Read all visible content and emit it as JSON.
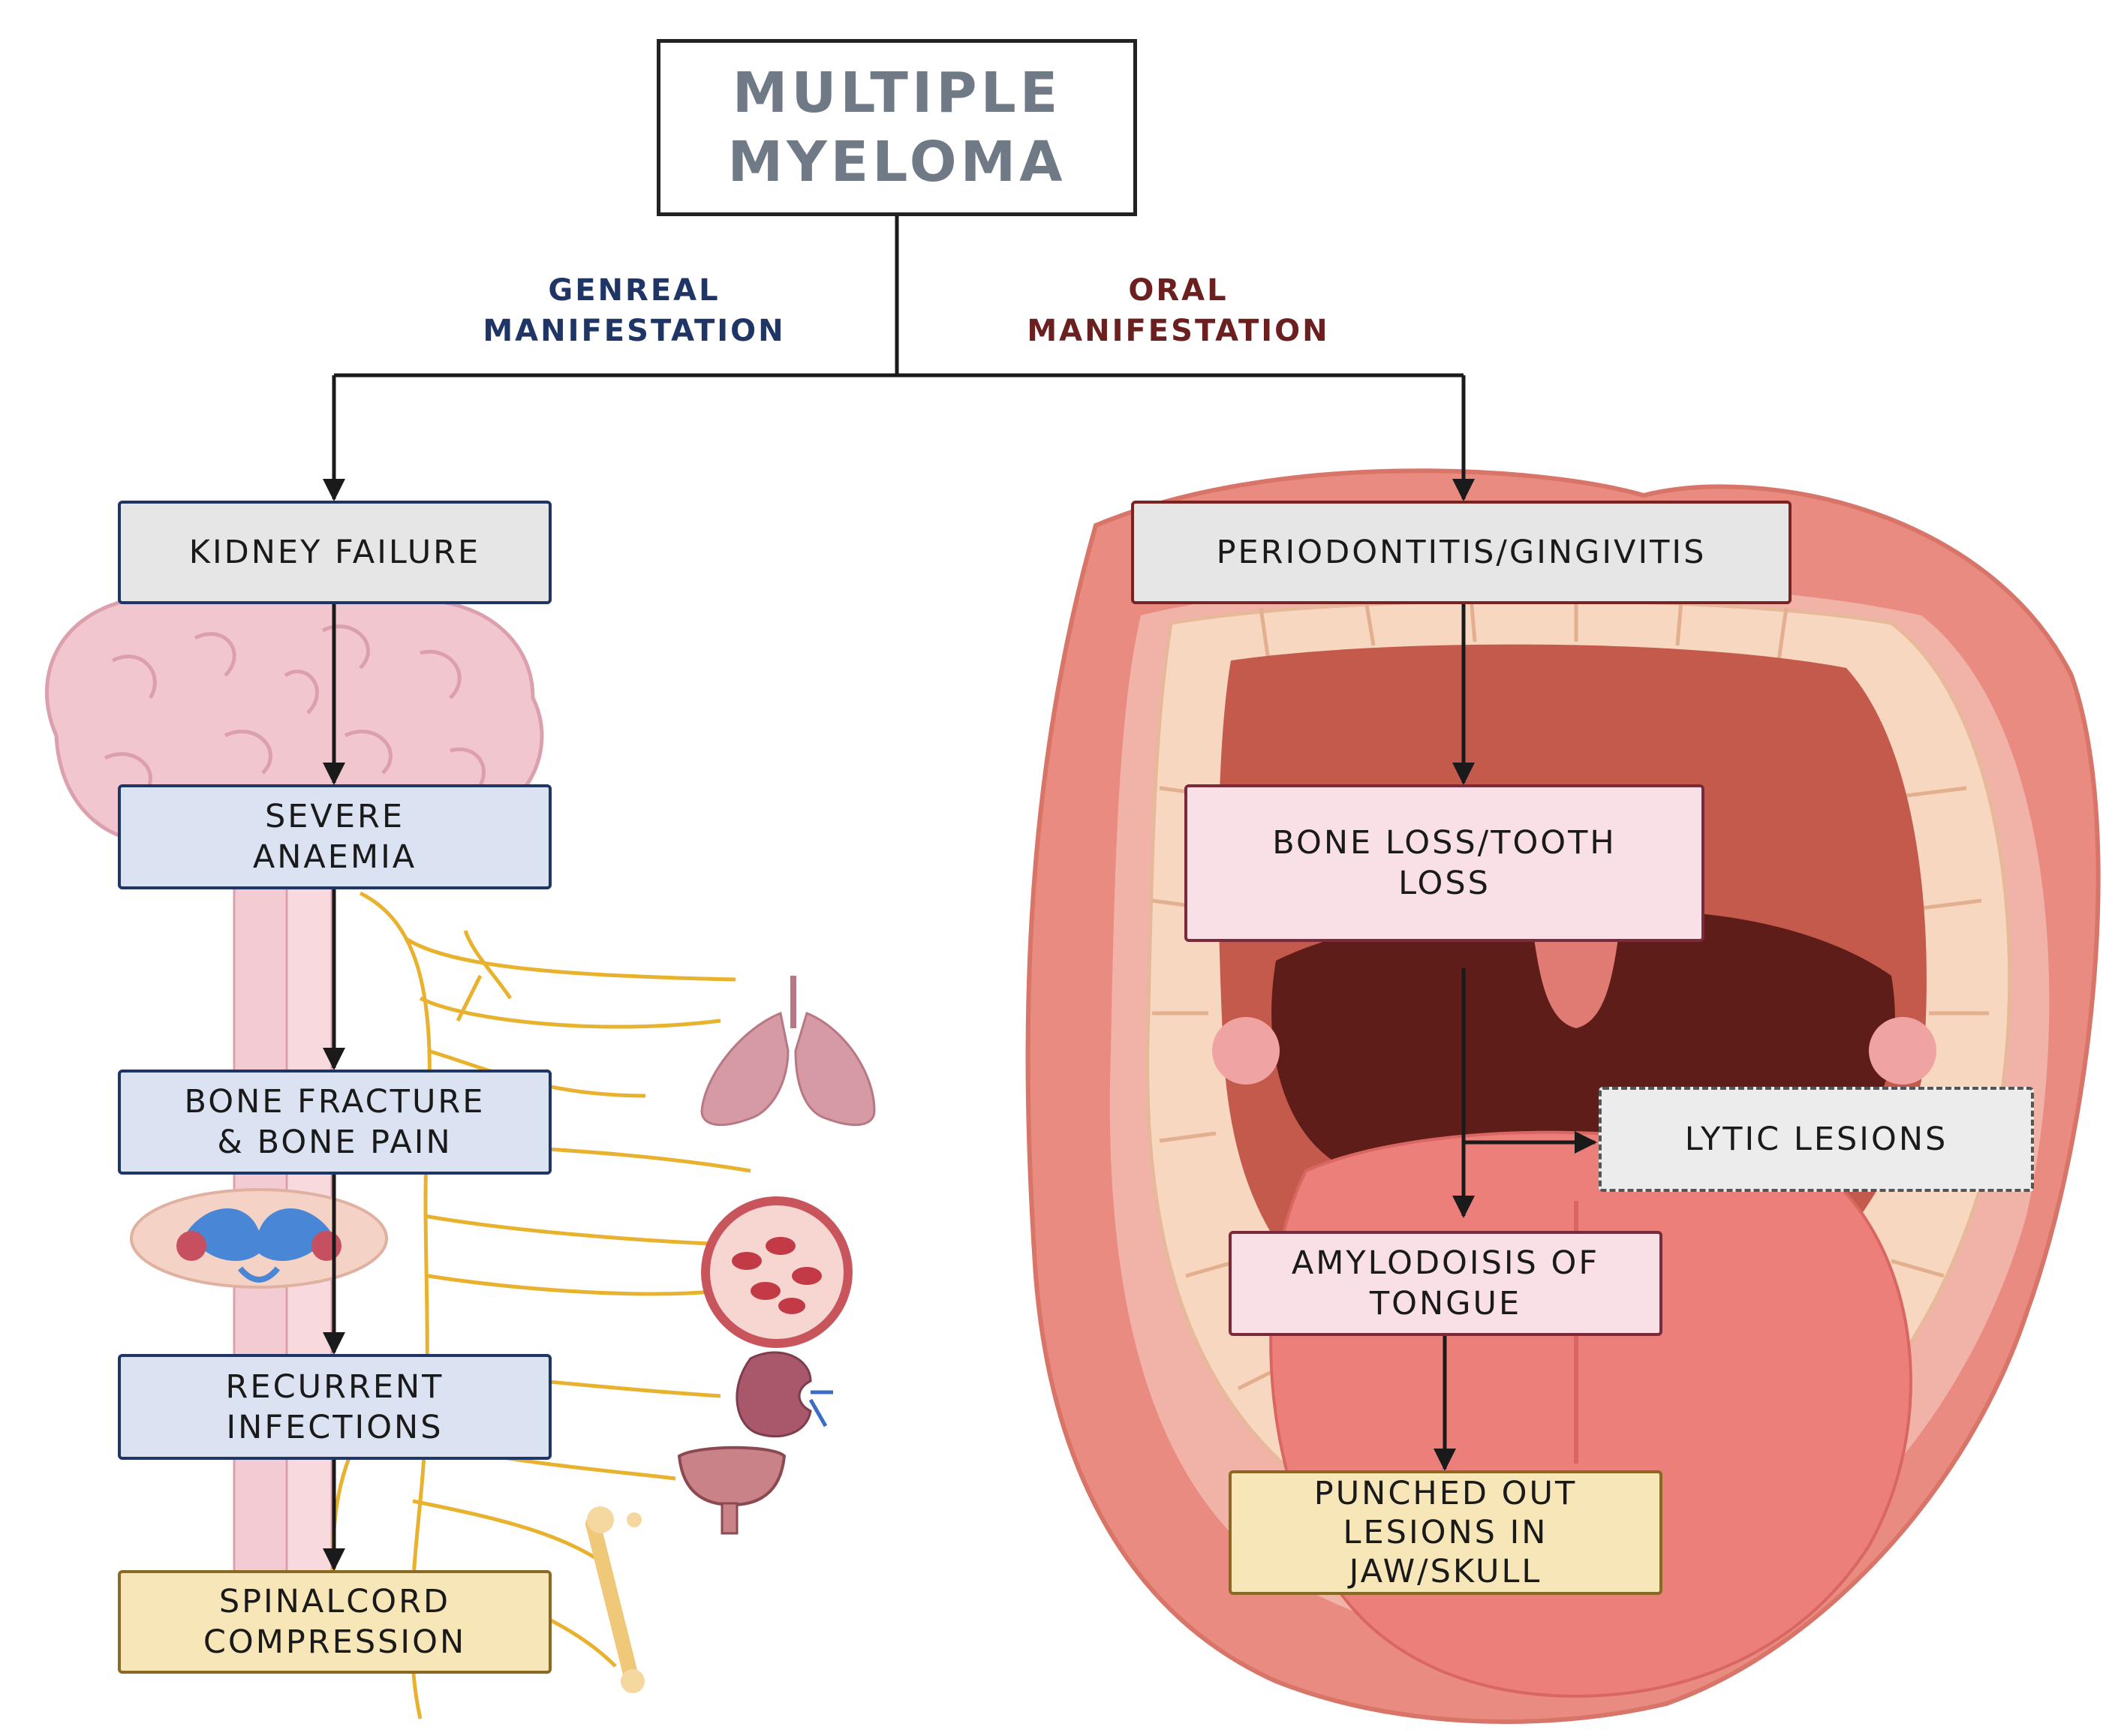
{
  "title": {
    "line1": "MULTIPLE",
    "line2": "MYELOMA"
  },
  "branches": {
    "general": {
      "line1": "GENREAL",
      "line2": "MANIFESTATION"
    },
    "oral": {
      "line1": "ORAL",
      "line2": "MANIFESTATION"
    }
  },
  "general_boxes": [
    {
      "text": "KIDNEY FAILURE"
    },
    {
      "text": "SEVERE\nANAEMIA"
    },
    {
      "text": "BONE FRACTURE\n& BONE PAIN"
    },
    {
      "text": "RECURRENT\nINFECTIONS"
    },
    {
      "text": "SPINALCORD\nCOMPRESSION"
    }
  ],
  "oral_boxes": [
    {
      "text": "PERIODONTITIS/GINGIVITIS"
    },
    {
      "text": "BONE LOSS/TOOTH\nLOSS"
    },
    {
      "text": "LYTIC LESIONS"
    },
    {
      "text": "AMYLODOISIS OF\nTONGUE"
    },
    {
      "text": "PUNCHED OUT\nLESIONS IN\nJAW/SKULL"
    }
  ],
  "colors": {
    "general_text": "#1f3566",
    "oral_text": "#6b1f1f",
    "title_text": "#6f7a86",
    "nerve": "#e8b22e",
    "lip": "#e98b80",
    "tongue": "#ec7f7a",
    "throat": "#5f1d1a"
  }
}
